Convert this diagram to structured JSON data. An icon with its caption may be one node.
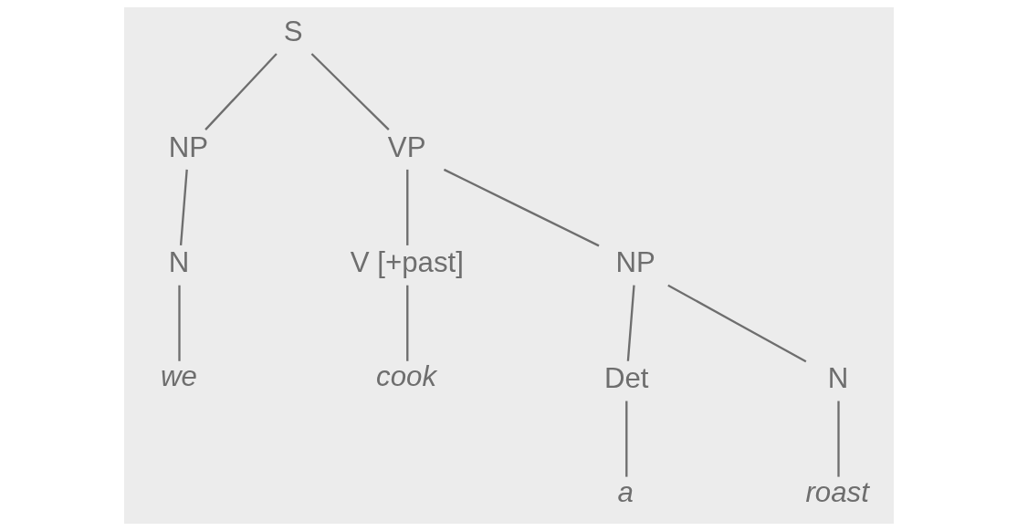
{
  "diagram": {
    "nodes": [
      {
        "text": [
          "S"
        ]
      },
      {
        "text": [
          "NP"
        ]
      },
      {
        "text": [
          "VP"
        ]
      },
      {
        "text": [
          "N"
        ]
      },
      {
        "text": [
          "we"
        ]
      },
      {
        "text": [
          "V [+past]"
        ]
      },
      {
        "text": [
          "cook"
        ]
      },
      {
        "text": [
          "NP"
        ]
      },
      {
        "text": [
          "Det"
        ]
      },
      {
        "text": [
          "N"
        ]
      },
      {
        "text": [
          "a"
        ]
      },
      {
        "text": [
          "roast"
        ]
      }
    ],
    "edges": [
      {
        "from": 0,
        "to": 1,
        "arrow": "none"
      },
      {
        "from": 0,
        "to": 2,
        "arrow": "none"
      },
      {
        "from": 1,
        "to": 3,
        "arrow": "none"
      },
      {
        "from": 3,
        "to": 4,
        "arrow": "none"
      },
      {
        "from": 2,
        "to": 5,
        "arrow": "none"
      },
      {
        "from": 5,
        "to": 6,
        "arrow": "none"
      },
      {
        "from": 2,
        "to": 7,
        "arrow": "none"
      },
      {
        "from": 7,
        "to": 8,
        "arrow": "none"
      },
      {
        "from": 7,
        "to": 9,
        "arrow": "none"
      },
      {
        "from": 8,
        "to": 10,
        "arrow": "none"
      },
      {
        "from": 9,
        "to": 11,
        "arrow": "none"
      }
    ]
  }
}
